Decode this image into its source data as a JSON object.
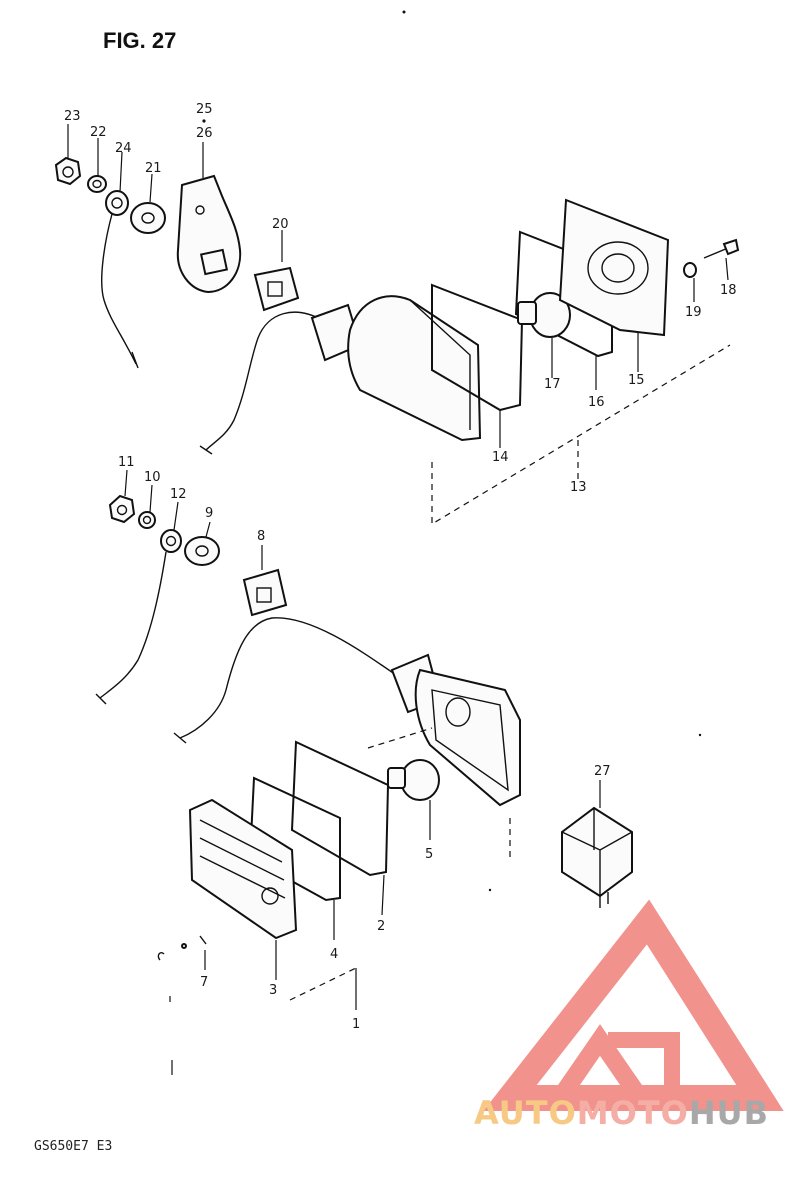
{
  "figure": {
    "title": "FIG. 27",
    "footer_code": "GS650E7 E3"
  },
  "callouts": {
    "p1": "1",
    "p2": "2",
    "p3": "3",
    "p4": "4",
    "p5": "5",
    "p7": "7",
    "p8": "8",
    "p9": "9",
    "p10": "10",
    "p11": "11",
    "p12": "12",
    "p13": "13",
    "p14": "14",
    "p15": "15",
    "p16": "16",
    "p17": "17",
    "p18": "18",
    "p19": "19",
    "p20": "20",
    "p21": "21",
    "p22": "22",
    "p23": "23",
    "p24": "24",
    "p25": "25",
    "p26": "26",
    "p27": "27"
  },
  "watermark": {
    "part1": "AUTO",
    "part2": "MOTO",
    "part3": "HUB",
    "colors": {
      "auto": "#f5c070",
      "moto": "#f3a096",
      "hub": "#9a9a9a",
      "logo": "#f07f78"
    }
  }
}
